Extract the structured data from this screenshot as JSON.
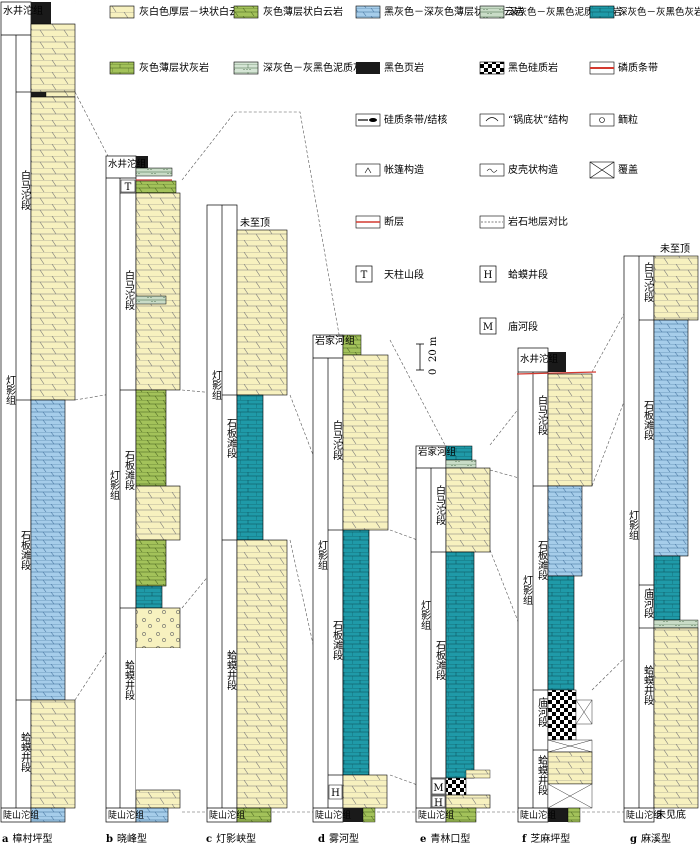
{
  "legend": {
    "yellow": "灰白色厚层－块状白云岩",
    "green": "灰色薄层状白云岩",
    "blue": "黑灰色－深灰色薄层状灰白云岩",
    "gray_green": "深灰色－灰黑色泥质白云岩",
    "teal": "深灰色－灰黑色灰岩",
    "green_ls": "灰色薄层状灰岩",
    "mud_ls": "深灰色－灰黑色泥质灰岩",
    "black_shale": "黑色页岩",
    "chert": "黑色硅质岩",
    "phosphate": "磷质条带",
    "siliceous_nodule": "硅质条带/结核",
    "pot_bottom": "“锅底状”结构",
    "oolite": "鲕粒",
    "tent": "帐篷构造",
    "crust": "皮壳状构造",
    "cover": "覆盖",
    "fault": "断层",
    "correlation": "岩石地层对比",
    "T": "T",
    "T_label": "天柱山段",
    "H": "H",
    "H_label": "蛤蟆井段",
    "M": "M",
    "M_label": "庙河段"
  },
  "scale": {
    "zero": "0",
    "twenty": "20 m"
  },
  "top_unknown": "未至顶",
  "bottom_unknown": "未见底",
  "units": {
    "shuijing": "水井沱组",
    "dengying": "灯影组",
    "baima": "白马沱段",
    "shiban": "石板滩段",
    "hama": "蛤蟆井段",
    "doushan": "陡山沱组",
    "yanjia": "岩家河组",
    "miaohe": "庙河段"
  },
  "columns": {
    "a": {
      "letter": "a",
      "name": "樟村坪型"
    },
    "b": {
      "letter": "b",
      "name": "晓峰型"
    },
    "c": {
      "letter": "c",
      "name": "灯影峡型"
    },
    "d": {
      "letter": "d",
      "name": "雾河型"
    },
    "e": {
      "letter": "e",
      "name": "青林口型"
    },
    "f": {
      "letter": "f",
      "name": "芝麻坪型"
    },
    "g": {
      "letter": "g",
      "name": "麻溪型"
    }
  },
  "colors": {
    "yellow": "#f7f1bf",
    "green": "#a3c25a",
    "blue": "#a6cdea",
    "teal": "#1f9aa8",
    "gray_green": "#c9dcc7",
    "black": "#1a1a1a",
    "fault_red": "#d43a30"
  }
}
